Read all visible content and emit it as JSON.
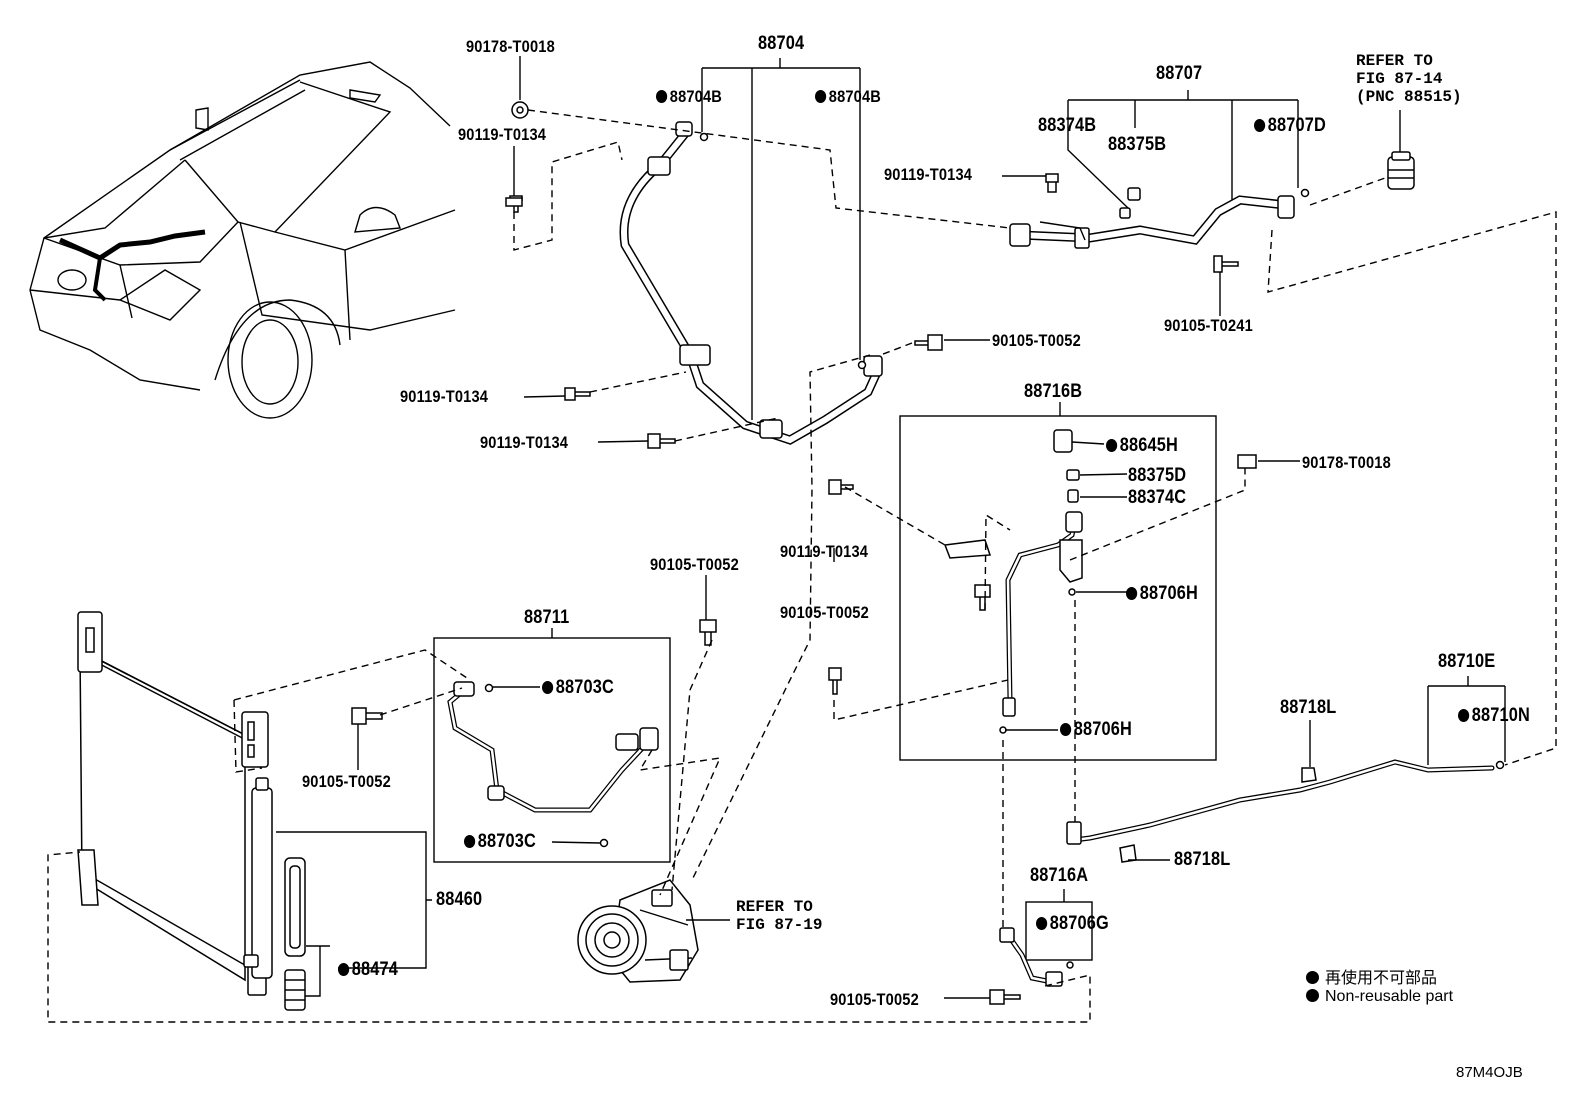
{
  "labels": {
    "p90178_t0018_top": "90178-T0018",
    "p88704": "88704",
    "p88704b_left": "88704B",
    "p88704b_right": "88704B",
    "p90119_t0134_a": "90119-T0134",
    "p88707": "88707",
    "refer_87_14": "REFER TO\nFIG 87-14\n(PNC 88515)",
    "p88374b": "88374B",
    "p88375b": "88375B",
    "p88707d": "88707D",
    "p90119_t0134_b": "90119-T0134",
    "p90105_t0241": "90105-T0241",
    "p90105_t0052_a": "90105-T0052",
    "p90119_t0134_c": "90119-T0134",
    "p90119_t0134_d": "90119-T0134",
    "p88716b": "88716B",
    "p88645h": "88645H",
    "p88375d": "88375D",
    "p88374c": "88374C",
    "p90178_t0018_right": "90178-T0018",
    "p90119_t0134_e": "90119-T0134",
    "p88706h_a": "88706H",
    "p90105_t0052_b": "90105-T0052",
    "p90105_t0052_c": "90105-T0052",
    "p88711": "88711",
    "p88703c_a": "88703C",
    "p90105_t0052_d": "90105-T0052",
    "p88703c_b": "88703C",
    "p88706h_b": "88706H",
    "p88710e": "88710E",
    "p88718l_a": "88718L",
    "p88710n": "88710N",
    "p88718l_b": "88718L",
    "p88460": "88460",
    "p88716a": "88716A",
    "p88706g": "88706G",
    "p88474": "88474",
    "refer_87_19": "REFER TO\nFIG 87-19",
    "p90105_t0052_e": "90105-T0052"
  },
  "legend": {
    "chinese": "再使用不可部品",
    "english": "Non-reusable part"
  },
  "illustration_code": "87M4OJB"
}
